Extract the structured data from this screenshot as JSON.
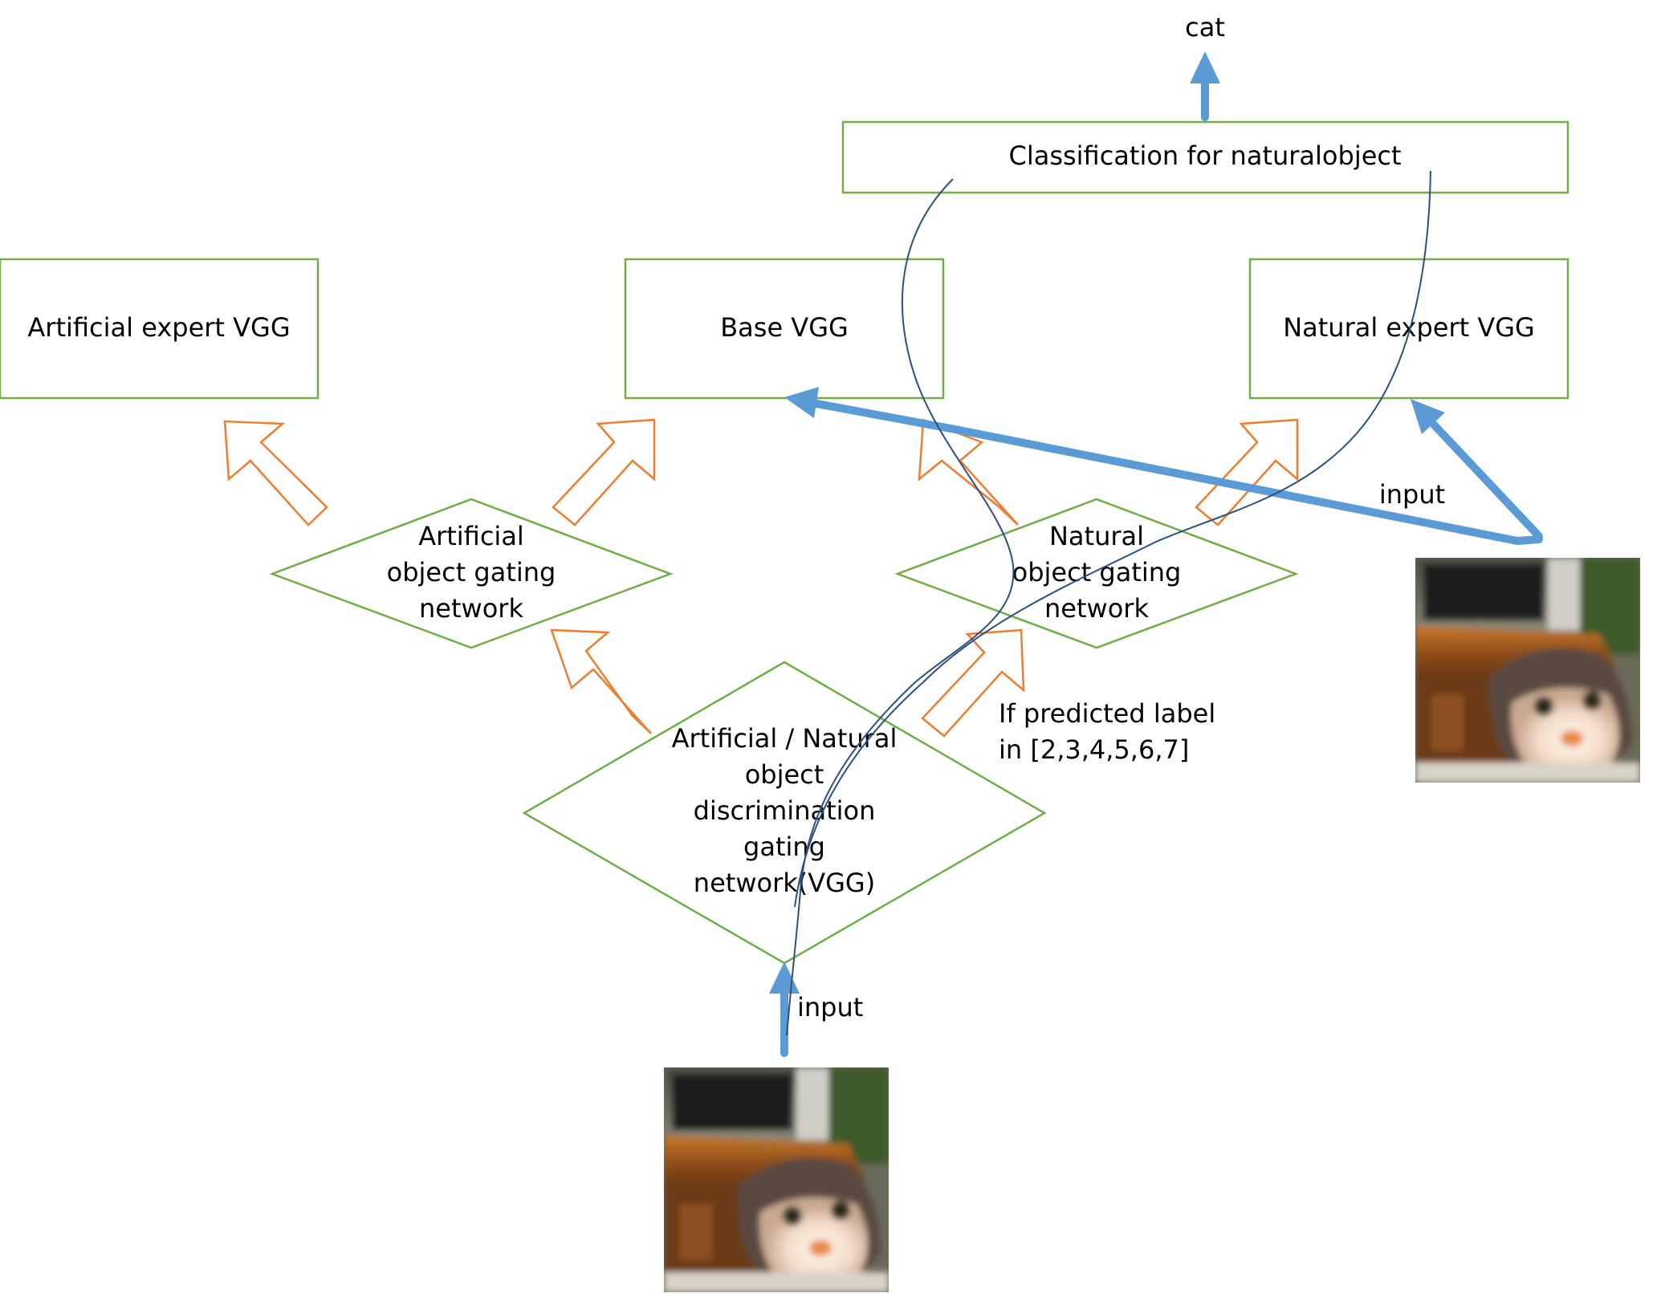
{
  "nodes": {
    "output": "cat",
    "classification": "Classification for naturalobject",
    "artificial_expert": "Artificial expert VGG",
    "base_vgg": "Base VGG",
    "natural_expert": "Natural expert VGG",
    "artificial_gate": [
      "Artificial",
      "object gating",
      "network"
    ],
    "natural_gate": [
      "Natural",
      "object gating",
      "network"
    ],
    "discrimination_gate": [
      "Artificial / Natural",
      "object",
      "discrimination",
      "gating",
      "network(VGG)"
    ]
  },
  "labels": {
    "input_bottom": "input",
    "input_right": "input",
    "condition": [
      "If predicted label",
      "in [2,3,4,5,6,7]"
    ]
  },
  "images": {
    "bottom": "cat-photo",
    "right": "cat-photo"
  },
  "colors": {
    "box_stroke": "#70ad47",
    "hollow_arrow": "#ed7d31",
    "flow_arrow": "#5b9bd5",
    "trace_line": "#2e4f7f"
  }
}
